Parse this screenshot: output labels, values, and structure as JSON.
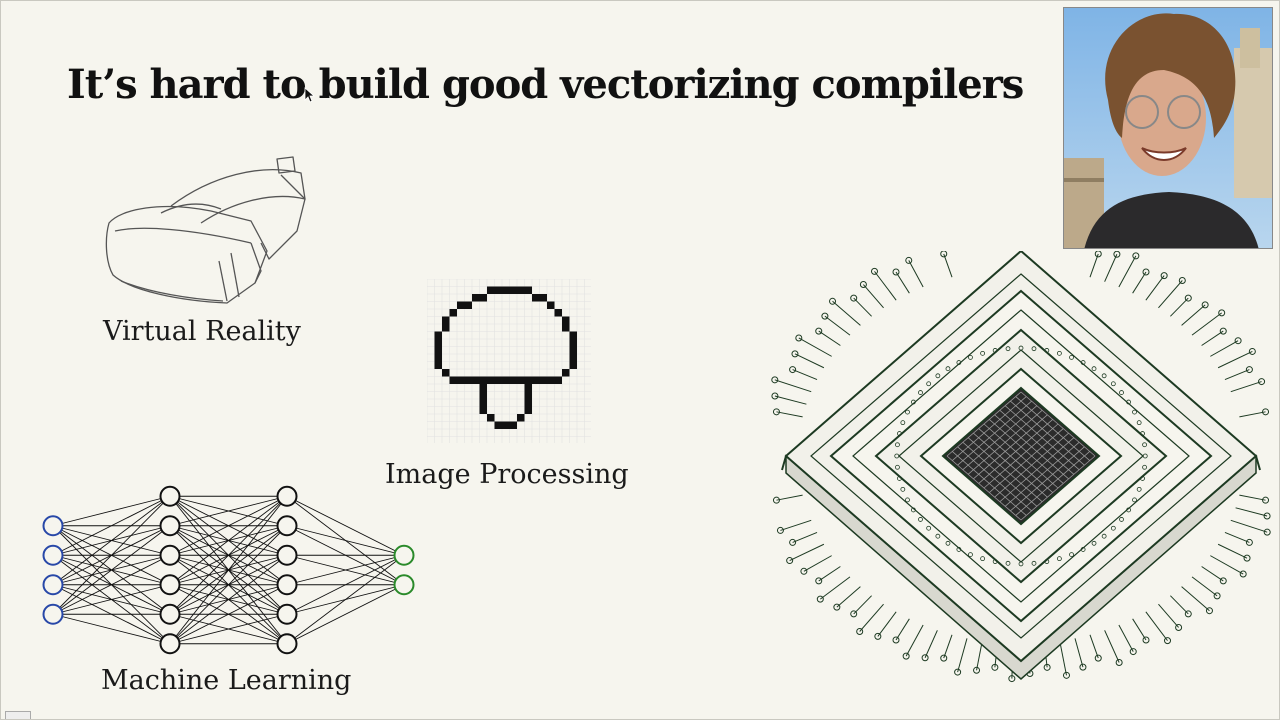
{
  "slide": {
    "title": "It’s hard to build good vectorizing compilers",
    "items": {
      "vr": "Virtual Reality",
      "image_processing": "Image Processing",
      "machine_learning": "Machine Learning"
    }
  },
  "network": {
    "layer_sizes": [
      4,
      6,
      6,
      2
    ],
    "input_color": "#2848a8",
    "hidden_color": "#111111",
    "output_color": "#2a8a2a"
  },
  "colors": {
    "background": "#f6f5ee",
    "text": "#111111",
    "chip_green": "#1d3a22"
  },
  "icons": {
    "vr_headset": "vr-headset-icon",
    "mushroom": "pixel-mushroom-icon",
    "chip": "cpu-chip-icon",
    "cursor": "mouse-pointer-icon"
  }
}
